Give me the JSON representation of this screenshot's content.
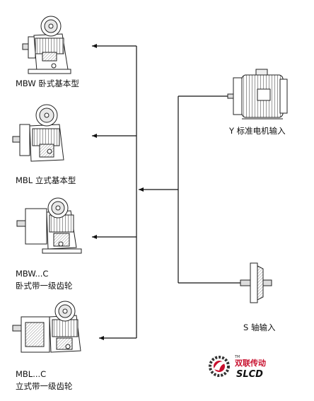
{
  "variants": [
    {
      "id": "mbw",
      "label": "MBW  卧式基本型"
    },
    {
      "id": "mbl",
      "label": "MBL  立式基本型"
    },
    {
      "id": "mbwc",
      "label_line1": "MBW...C",
      "label_line2": "卧式带一级齿轮"
    },
    {
      "id": "mblc",
      "label_line1": "MBL...C",
      "label_line2": "立式带一级齿轮"
    }
  ],
  "inputs": [
    {
      "id": "y",
      "label": "Y 标准电机输入"
    },
    {
      "id": "s",
      "label": "S  轴输入"
    }
  ],
  "logo": {
    "cn_text": "双联传动",
    "en_text": "SLCD",
    "tm": "TM",
    "accent": "#c8102e"
  }
}
